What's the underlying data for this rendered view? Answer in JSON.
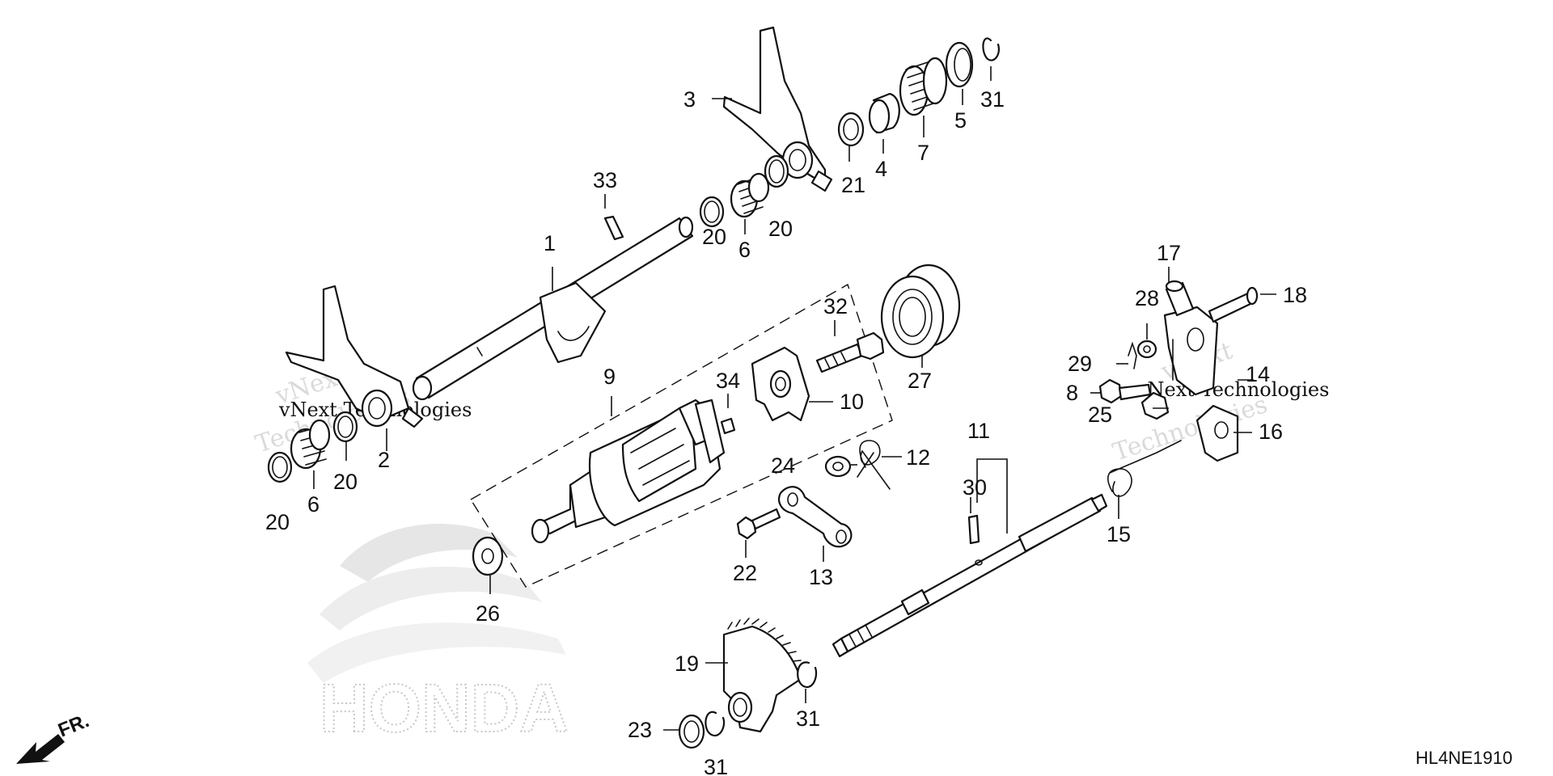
{
  "diagram": {
    "code": "HL4NE1910",
    "direction_label": "FR.",
    "logo_text": "HONDA",
    "watermark": {
      "line1": "vNext",
      "line2": "Technologies",
      "combined": "vNext Technologies"
    },
    "callouts": [
      {
        "id": "c1",
        "label": "1"
      },
      {
        "id": "c2",
        "label": "2"
      },
      {
        "id": "c3",
        "label": "3"
      },
      {
        "id": "c4",
        "label": "4"
      },
      {
        "id": "c5",
        "label": "5"
      },
      {
        "id": "c6a",
        "label": "6"
      },
      {
        "id": "c6b",
        "label": "6"
      },
      {
        "id": "c7",
        "label": "7"
      },
      {
        "id": "c8",
        "label": "8"
      },
      {
        "id": "c9",
        "label": "9"
      },
      {
        "id": "c10",
        "label": "10"
      },
      {
        "id": "c11",
        "label": "11"
      },
      {
        "id": "c12",
        "label": "12"
      },
      {
        "id": "c13",
        "label": "13"
      },
      {
        "id": "c14",
        "label": "14"
      },
      {
        "id": "c15",
        "label": "15"
      },
      {
        "id": "c16",
        "label": "16"
      },
      {
        "id": "c17",
        "label": "17"
      },
      {
        "id": "c18",
        "label": "18"
      },
      {
        "id": "c19",
        "label": "19"
      },
      {
        "id": "c20a",
        "label": "20"
      },
      {
        "id": "c20b",
        "label": "20"
      },
      {
        "id": "c20c",
        "label": "20"
      },
      {
        "id": "c20d",
        "label": "20"
      },
      {
        "id": "c21",
        "label": "21"
      },
      {
        "id": "c22",
        "label": "22"
      },
      {
        "id": "c23",
        "label": "23"
      },
      {
        "id": "c24",
        "label": "24"
      },
      {
        "id": "c25",
        "label": "25"
      },
      {
        "id": "c26",
        "label": "26"
      },
      {
        "id": "c27",
        "label": "27"
      },
      {
        "id": "c28",
        "label": "28"
      },
      {
        "id": "c29",
        "label": "29"
      },
      {
        "id": "c30",
        "label": "30"
      },
      {
        "id": "c31a",
        "label": "31"
      },
      {
        "id": "c31b",
        "label": "31"
      },
      {
        "id": "c31c",
        "label": "31"
      },
      {
        "id": "c32",
        "label": "32"
      },
      {
        "id": "c33",
        "label": "33"
      },
      {
        "id": "c34",
        "label": "34"
      }
    ]
  }
}
